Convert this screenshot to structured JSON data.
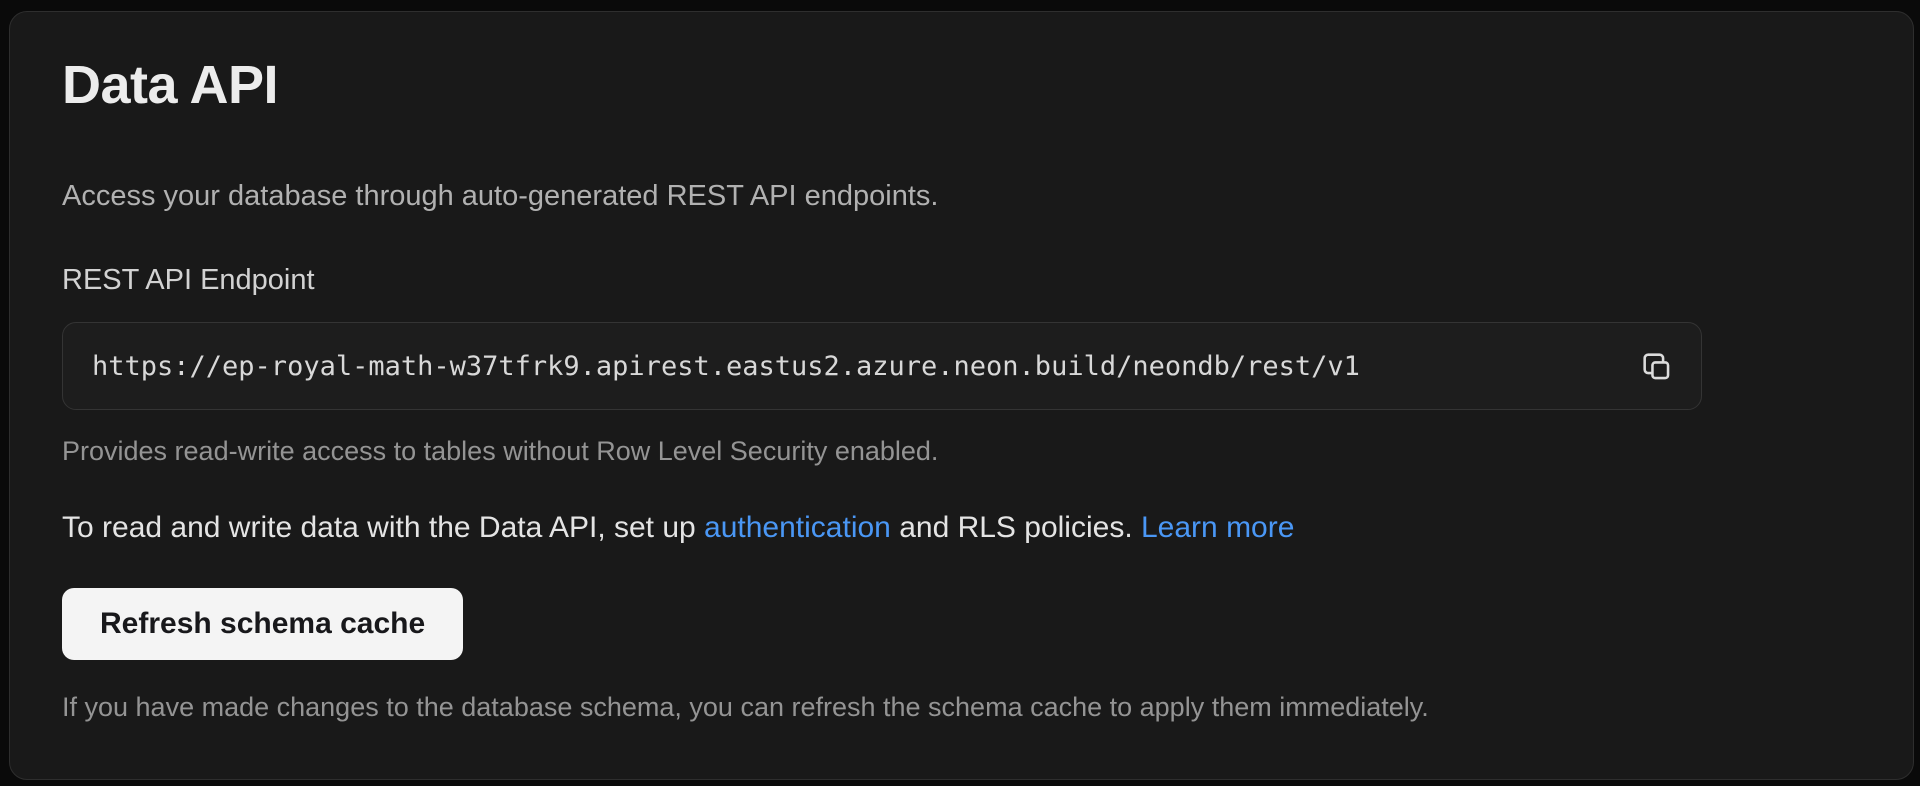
{
  "panel": {
    "title": "Data API",
    "description": "Access your database through auto-generated REST API endpoints.",
    "endpoint": {
      "label": "REST API Endpoint",
      "url": "https://ep-royal-math-w37tfrk9.apirest.eastus2.azure.neon.build/neondb/rest/v1",
      "copy_icon": "copy-icon",
      "helper": "Provides read-write access to tables without Row Level Security enabled."
    },
    "rls_note": {
      "text_before": "To read and write data with the Data API, set up ",
      "auth_link": "authentication",
      "text_middle": " and RLS policies. ",
      "learn_more_link": "Learn more"
    },
    "refresh": {
      "button_label": "Refresh schema cache",
      "helper": "If you have made changes to the database schema, you can refresh the schema cache to apply them immediately."
    },
    "colors": {
      "page_bg": "#0a0a0a",
      "panel_bg": "#191919",
      "panel_border": "#2e2e2e",
      "field_bg": "#1d1d1d",
      "field_border": "#343434",
      "link": "#4a97f5",
      "button_bg": "#f4f4f4",
      "button_text": "#18181b"
    }
  }
}
